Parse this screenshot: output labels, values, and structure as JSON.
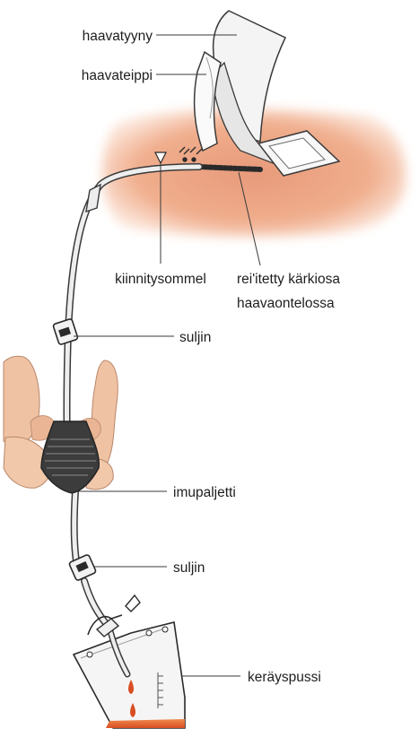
{
  "labels": {
    "dressing": "haavatyyny",
    "tape": "haavateippi",
    "suture": "kiinnitysommel",
    "perforated_tip_line1": "rei'itetty kärkiosa",
    "perforated_tip_line2": "haavaontelossa",
    "clamp_upper": "suljin",
    "bellows": "imupaljetti",
    "clamp_lower": "suljin",
    "collection_bag": "keräyspussi"
  },
  "colors": {
    "skin": "#f2b08e",
    "skin_core": "#e89a78",
    "tube": "#e9e9e9",
    "outline": "#3a3a3a",
    "bellows": "#3c3c3c",
    "fluid": "#d9552a",
    "hand": "#efc2a4"
  }
}
